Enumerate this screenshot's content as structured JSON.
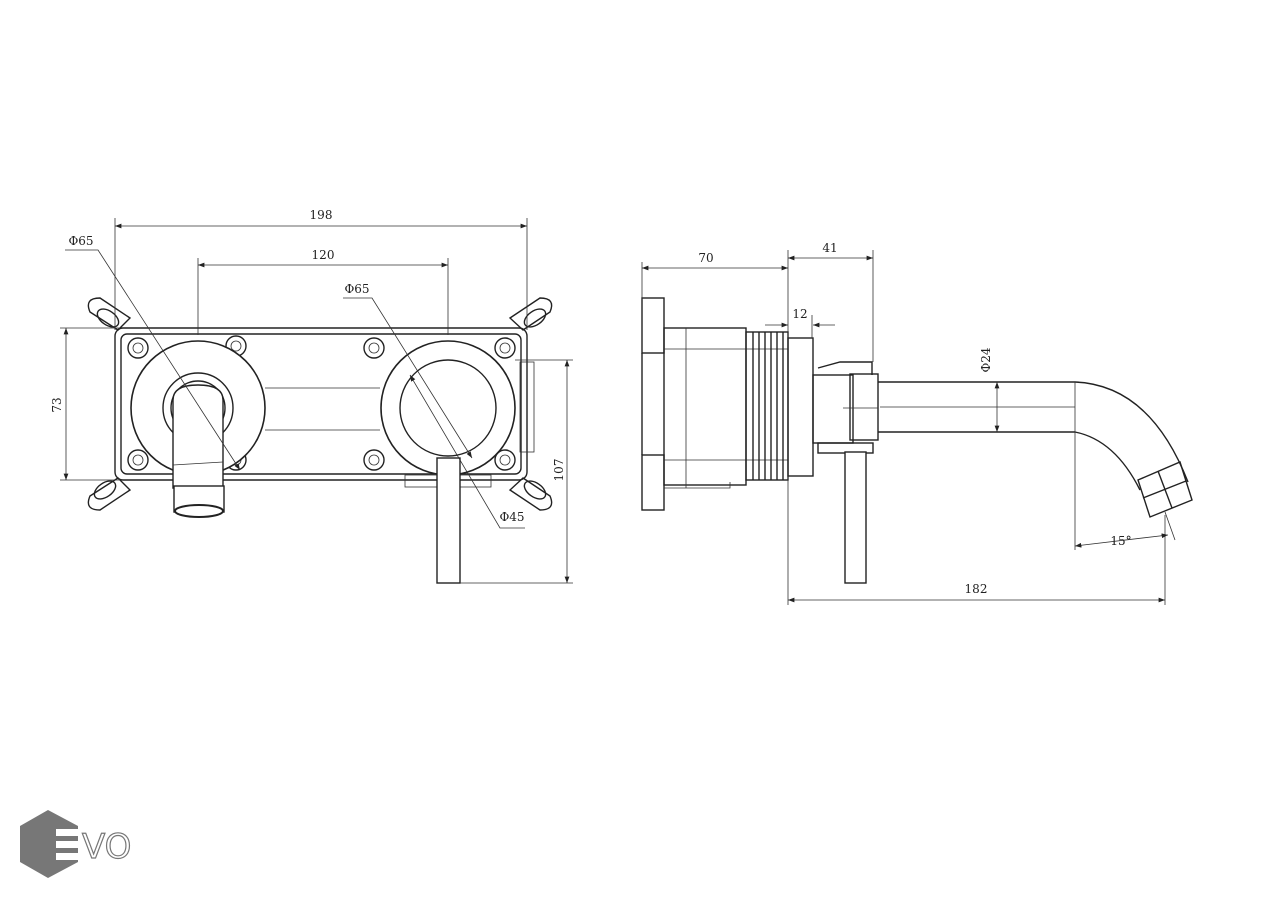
{
  "front_view": {
    "dim_width_total": "198",
    "dim_centers": "120",
    "dim_height_plate": "73",
    "dim_height_total": "107",
    "dim_dia_left": "Φ65",
    "dim_dia_right": "Φ65",
    "dim_dia_inner": "Φ45"
  },
  "side_view": {
    "dim_depth_body": "70",
    "dim_projection": "41",
    "dim_plate": "12",
    "dim_spout_dia": "Φ24",
    "dim_reach": "182",
    "dim_angle": "15°"
  },
  "logo": {
    "text": "EVO",
    "color": "#777777"
  }
}
